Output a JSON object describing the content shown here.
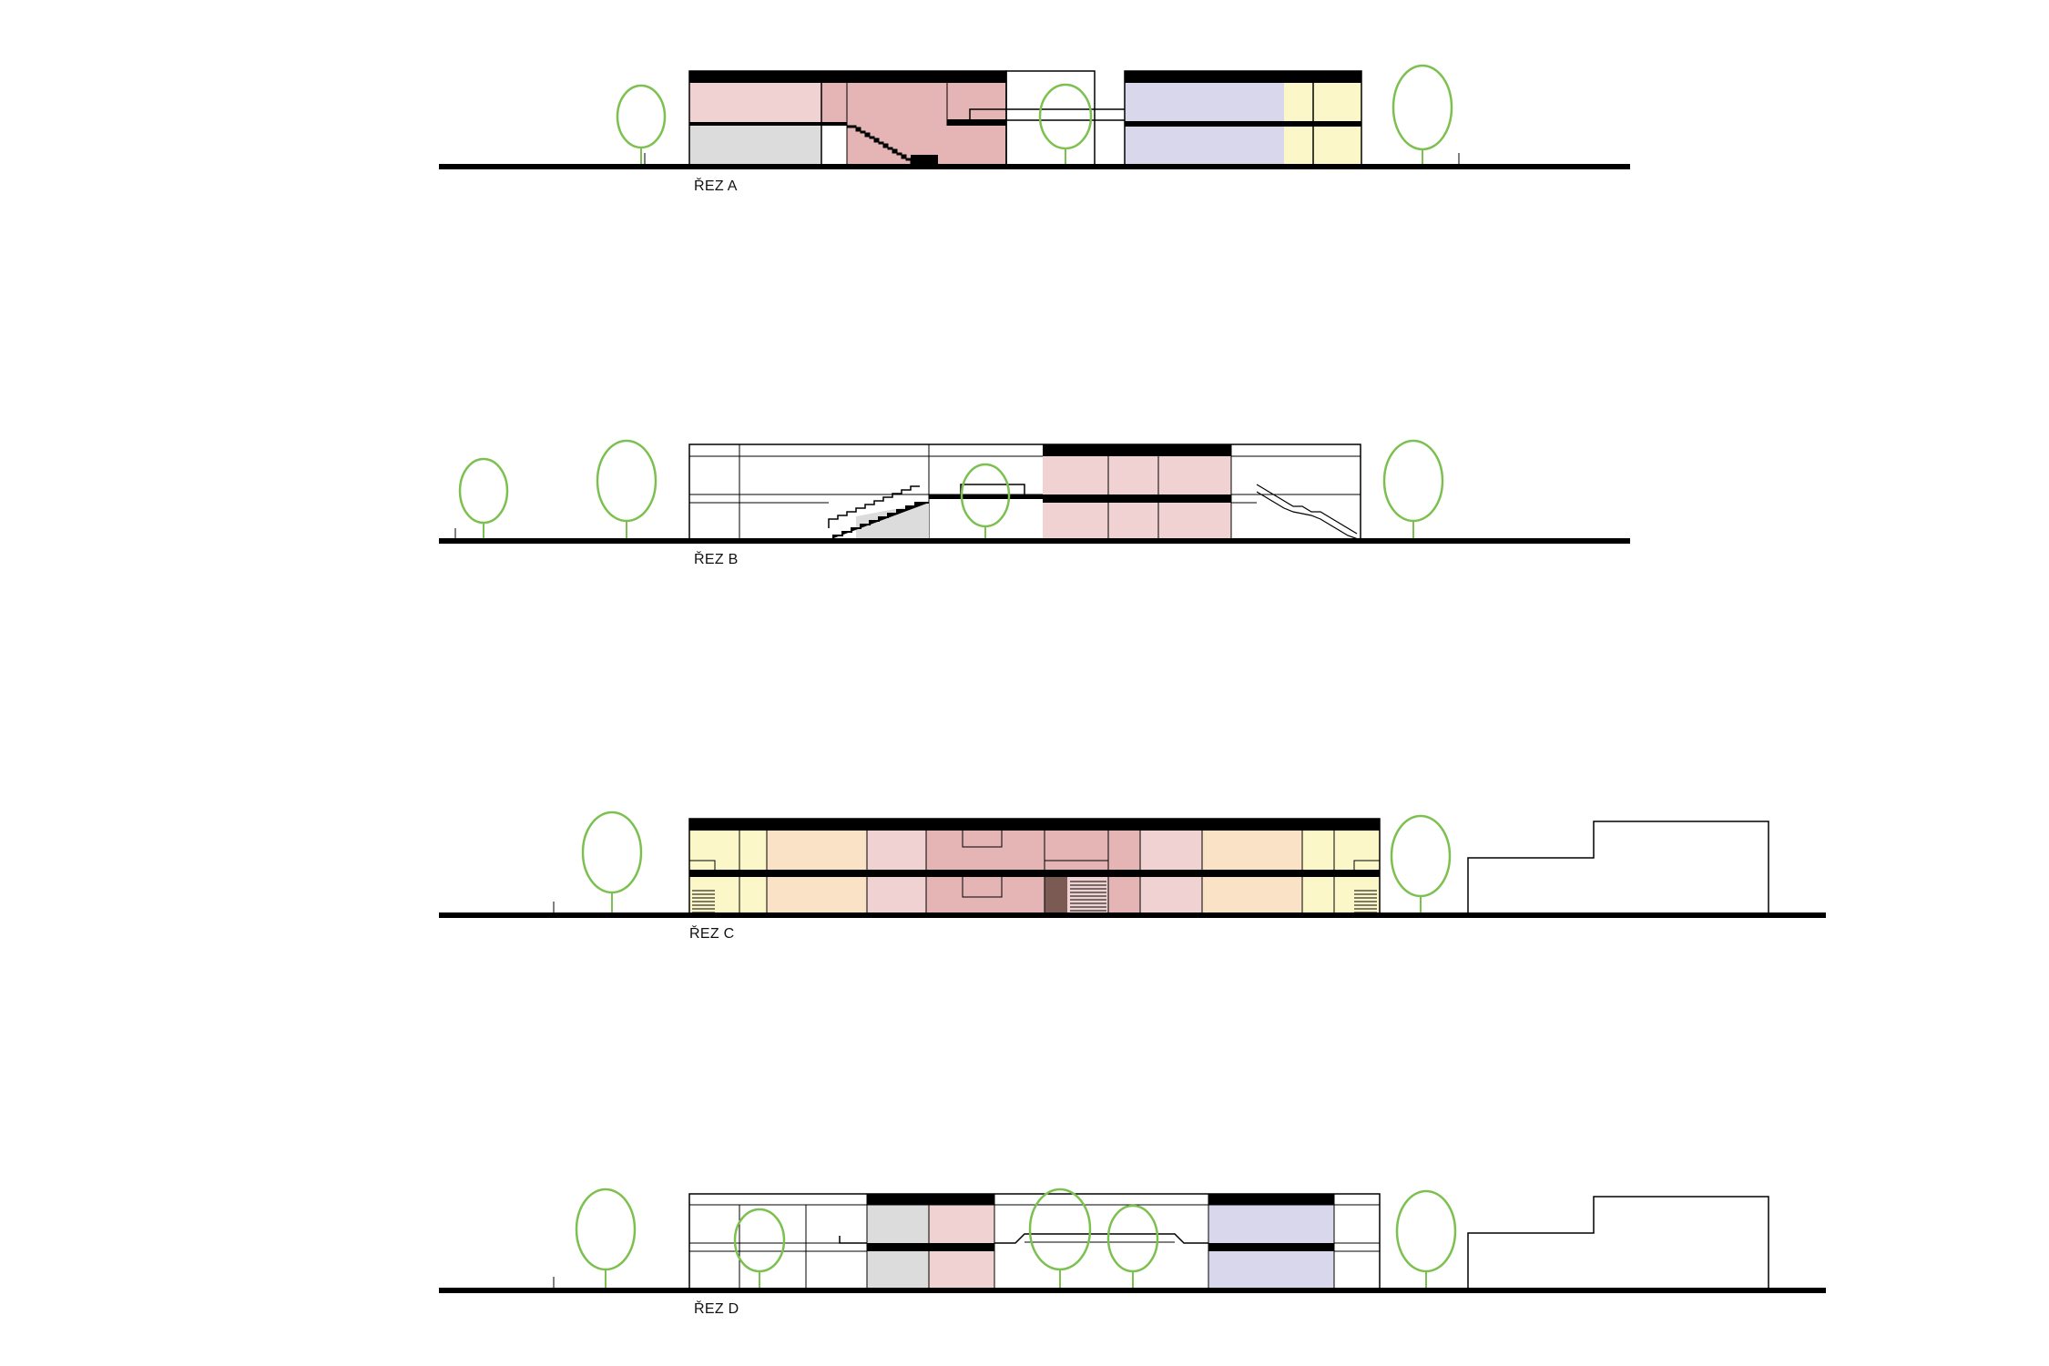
{
  "sections": [
    {
      "id": "a",
      "label": "ŘEZ A"
    },
    {
      "id": "b",
      "label": "ŘEZ B"
    },
    {
      "id": "c",
      "label": "ŘEZ C"
    },
    {
      "id": "d",
      "label": "ŘEZ D"
    }
  ],
  "colors": {
    "ground_line": "#000000",
    "slab": "#000000",
    "outline": "#000000",
    "tree": "#7cc04f",
    "pink": "#f0d2d2",
    "dusty_pink": "#e5b4b4",
    "grey": "#dcdcdc",
    "lavender": "#d9d7ec",
    "pale_yellow": "#fbf7c8",
    "peach": "#f9e2c6",
    "brown_hatch": "#7a5a52"
  }
}
